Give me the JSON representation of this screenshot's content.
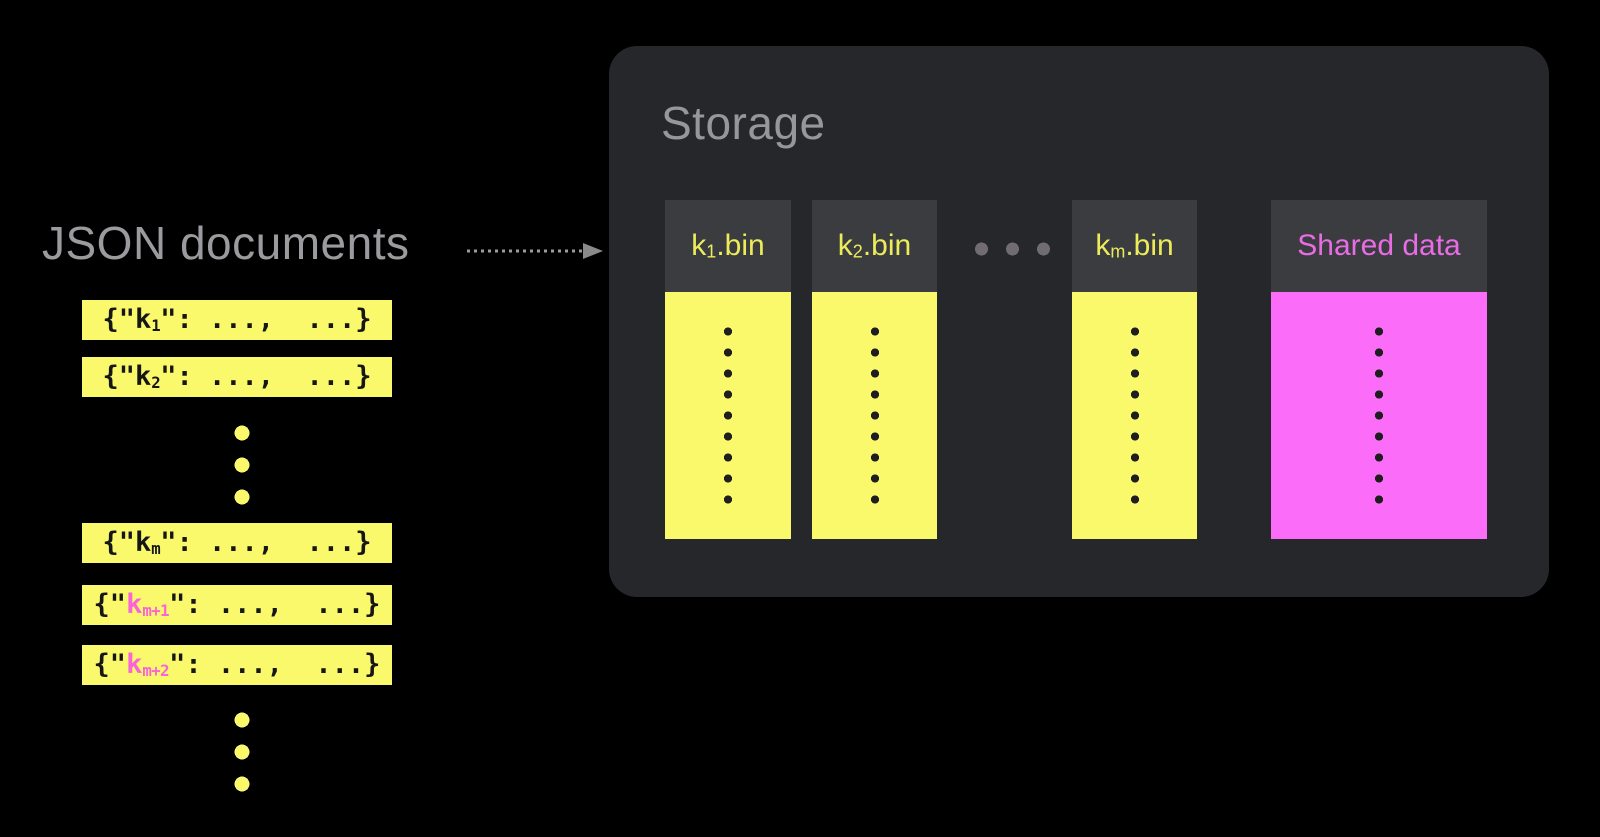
{
  "left": {
    "title": "JSON documents",
    "documents": [
      {
        "prefix": "{\"",
        "key": "k",
        "sub": "1",
        "suffix": "\": ...,  ...}"
      },
      {
        "prefix": "{\"",
        "key": "k",
        "sub": "2",
        "suffix": "\": ...,  ...}"
      },
      {
        "prefix": "{\"",
        "key": "k",
        "sub": "m",
        "suffix": "\": ...,  ...}"
      },
      {
        "prefix": "{\"",
        "key": "k",
        "sub": "m+1",
        "suffix": "\": ...,  ...}"
      },
      {
        "prefix": "{\"",
        "key": "k",
        "sub": "m+2",
        "suffix": "\": ...,  ...}"
      }
    ]
  },
  "storage": {
    "title": "Storage",
    "bins": [
      {
        "base": "k",
        "sub": "1",
        "ext": ".bin"
      },
      {
        "base": "k",
        "sub": "2",
        "ext": ".bin"
      },
      {
        "base": "k",
        "sub": "m",
        "ext": ".bin"
      }
    ],
    "shared_label": "Shared data"
  },
  "colors": {
    "background": "#000000",
    "panel": "#26272b",
    "header_tile": "#3b3c40",
    "yellow": "#f9f96b",
    "magenta": "#fb6cf8",
    "pink_header_text": "#e86ce4",
    "pink_key_text": "#fb63d9",
    "gray_text": "#9b9b9f"
  }
}
